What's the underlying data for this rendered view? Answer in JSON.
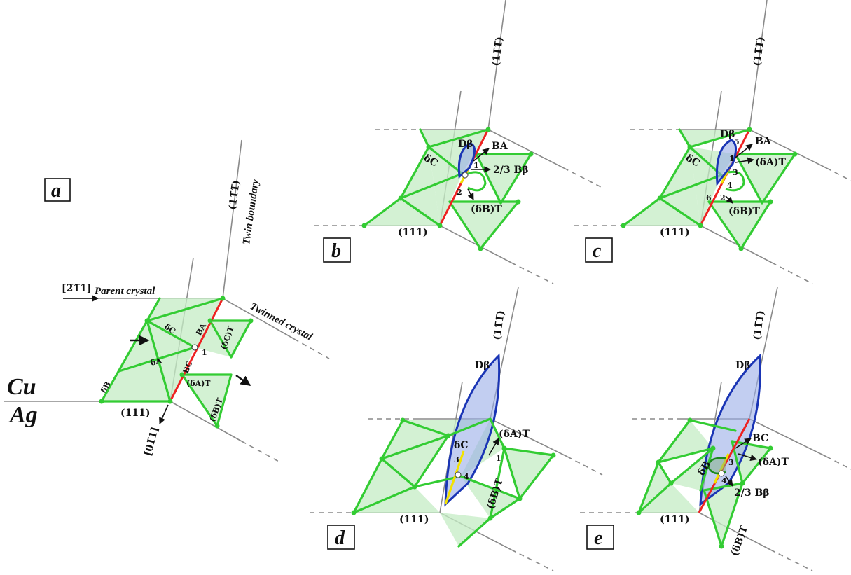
{
  "panels": {
    "a": {
      "label": "a",
      "dir_2": "[2̅1̅1]",
      "dir_0": "[01̅1]",
      "plane_twin": "(11̅1̅)",
      "plane_111": "(111)",
      "twin_boundary": "Twin boundary",
      "parent_crystal": "Parent crystal",
      "twinned_crystal": "Twinned crystal",
      "cu": "Cu",
      "ag": "Ag",
      "dC": "δC",
      "dA": "δA",
      "dB": "δB",
      "BA": "BA",
      "BC": "BC",
      "dCT": "(δC)T",
      "dAT": "(δA)T",
      "dBT": "(δB)T",
      "n1": "1"
    },
    "b": {
      "label": "b",
      "plane_twin": "(11̅1̅)",
      "plane_111": "(111)",
      "Db": "Dβ",
      "BA": "BA",
      "dC": "δC",
      "B23": "2/3 Bβ",
      "dBT": "(δB)T",
      "n1": "1",
      "n2": "2"
    },
    "c": {
      "label": "c",
      "plane_twin": "(11̅1̅)",
      "plane_111": "(111)",
      "Db": "Dβ",
      "BA": "BA",
      "dC": "δC",
      "dAT": "(δA)T",
      "dBT": "(δB)T",
      "n1": "1",
      "n2": "2",
      "n3": "3",
      "n4": "4",
      "n5": "5",
      "n6": "6"
    },
    "d": {
      "label": "d",
      "plane_twin": "(11̅1̅)",
      "plane_111": "(111)",
      "Db": "Dβ",
      "dC": "δC",
      "dAT": "(δA)T",
      "dBT": "(δB)T",
      "n1": "1",
      "n3": "3",
      "n4": "4"
    },
    "e": {
      "label": "e",
      "plane_twin": "(11̅1̅)",
      "plane_111": "(111)",
      "Db": "Dβ",
      "BC": "BC",
      "dB": "δB",
      "dAT": "(δA)T",
      "B23": "2/3 Bβ",
      "dBT": "(δB)T",
      "n3": "3",
      "n4": "4"
    }
  },
  "colors": {
    "fill": "#c4ecc4",
    "edge": "#33cc33",
    "twin_boundary": "#ee2222",
    "partial": "#f2e200",
    "loop": "#1a35b5"
  }
}
